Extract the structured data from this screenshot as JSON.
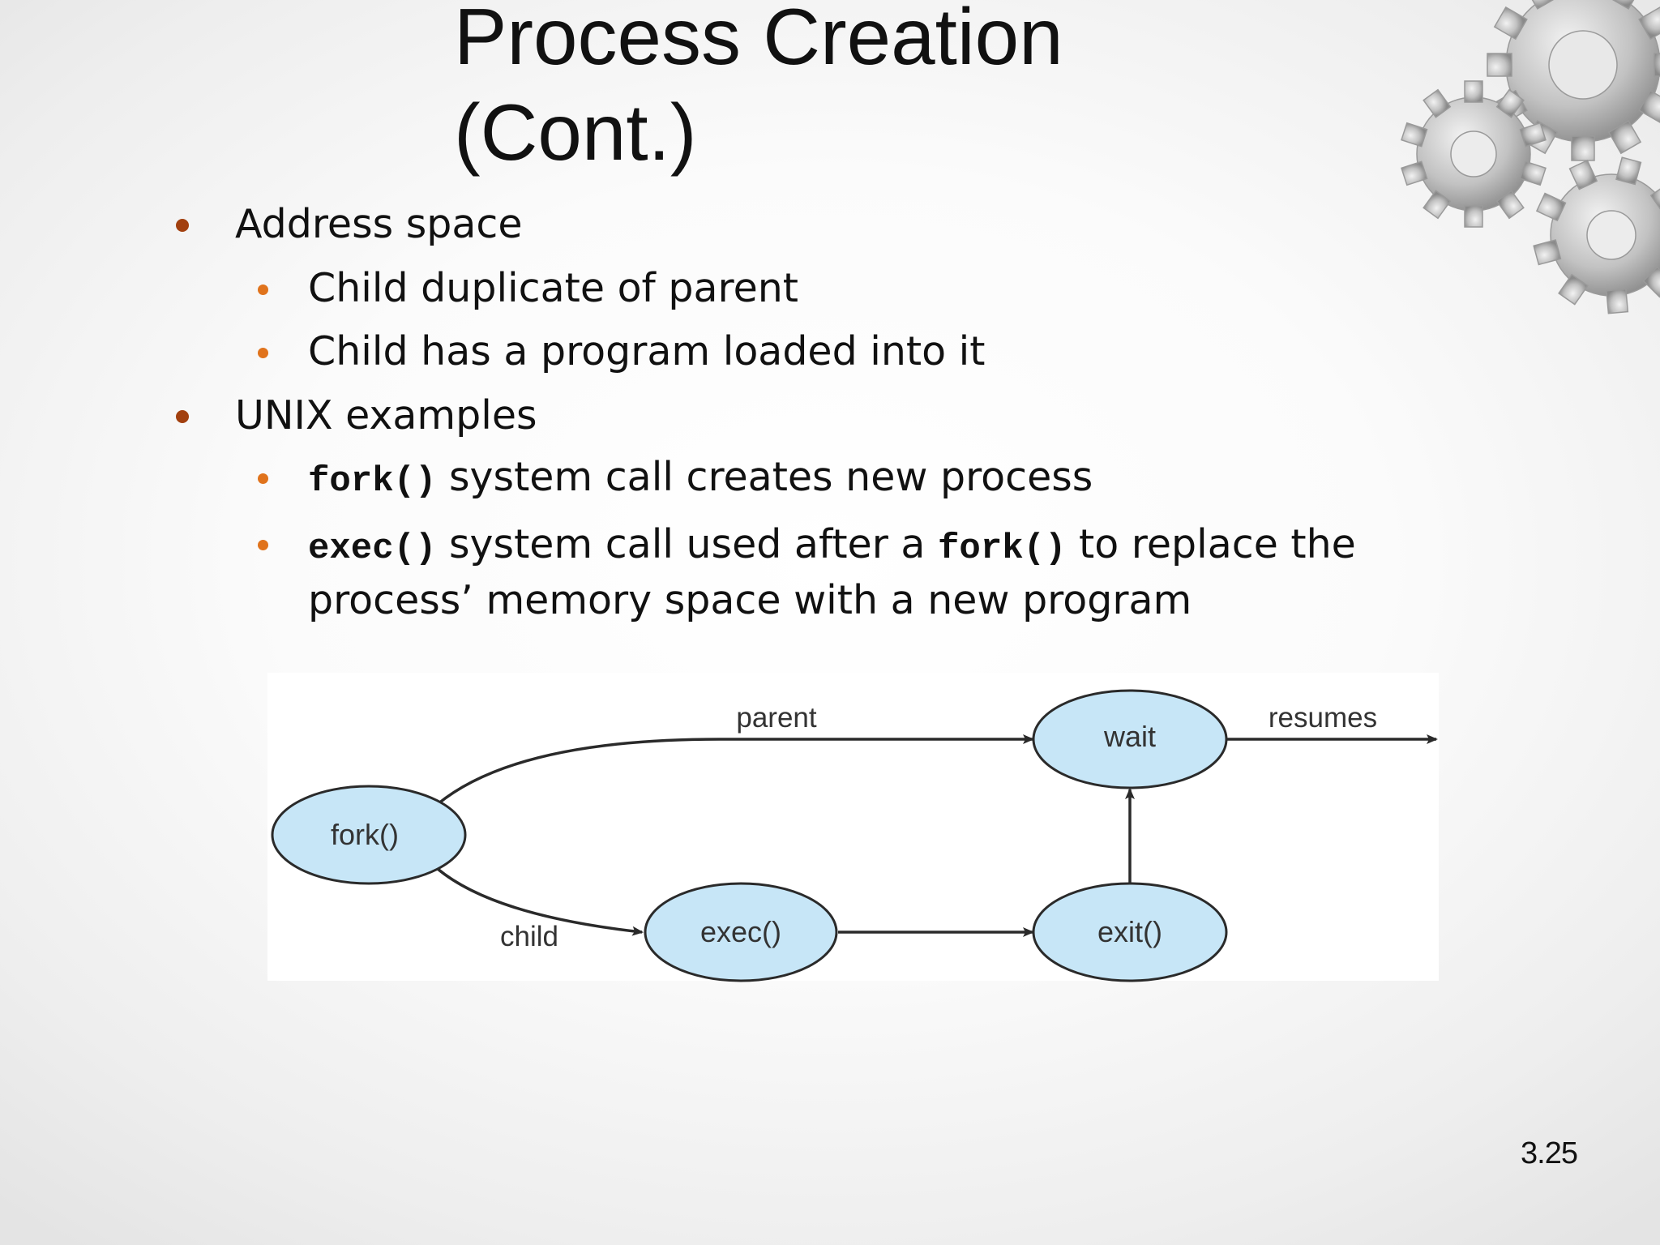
{
  "slide": {
    "title_line1": "Process Creation",
    "title_line2": "(Cont.)",
    "bullets": {
      "b1": "Address space",
      "b1a": "Child duplicate of parent",
      "b1b": "Child has a program loaded into it",
      "b2": "UNIX examples",
      "b2a_code": "fork()",
      "b2a_text": " system call creates new process",
      "b2b_code1": "exec()",
      "b2b_text1": " system call used after a ",
      "b2b_code2": "fork()",
      "b2b_text2": " to replace the",
      "b2b_text3": "process’ memory space with a new program"
    },
    "page_number": "3.25"
  },
  "diagram": {
    "nodes": {
      "fork": "fork()",
      "exec": "exec()",
      "exit": "exit()",
      "wait": "wait"
    },
    "edge_labels": {
      "parent": "parent",
      "child": "child",
      "resumes": "resumes"
    },
    "colors": {
      "node_fill": "#c7e6f7",
      "stroke": "#2a2a2a",
      "bullet_level1": "#a2400f",
      "bullet_level2": "#e0731c"
    }
  }
}
